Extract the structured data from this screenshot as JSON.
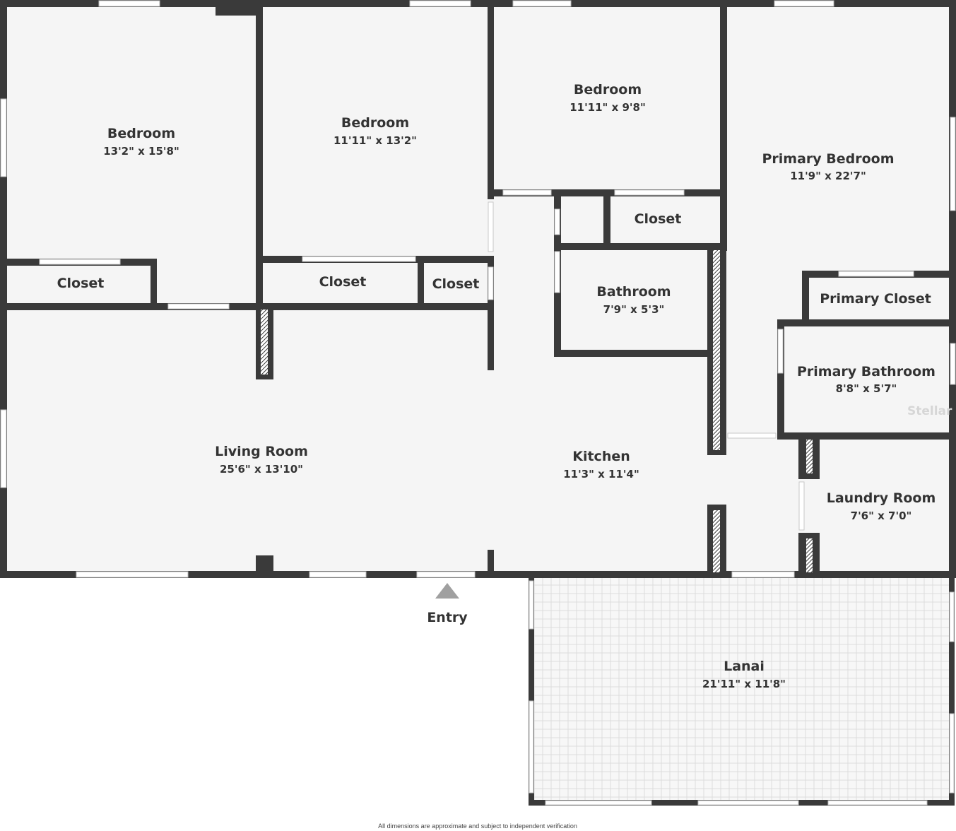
{
  "rooms": {
    "bedroom_1": {
      "name": "Bedroom",
      "dim": "13'2\" x 15'8\""
    },
    "bedroom_2": {
      "name": "Bedroom",
      "dim": "11'11\" x 13'2\""
    },
    "bedroom_3": {
      "name": "Bedroom",
      "dim": "11'11\" x 9'8\""
    },
    "primary_bedroom": {
      "name": "Primary Bedroom",
      "dim": "11'9\" x 22'7\""
    },
    "closet_1": {
      "name": "Closet"
    },
    "closet_2": {
      "name": "Closet"
    },
    "closet_3": {
      "name": "Closet"
    },
    "closet_4": {
      "name": "Closet"
    },
    "bathroom": {
      "name": "Bathroom",
      "dim": "7'9\" x 5'3\""
    },
    "primary_closet": {
      "name": "Primary Closet"
    },
    "primary_bathroom": {
      "name": "Primary Bathroom",
      "dim": "8'8\" x 5'7\""
    },
    "living_room": {
      "name": "Living Room",
      "dim": "25'6\" x 13'10\""
    },
    "kitchen": {
      "name": "Kitchen",
      "dim": "11'3\" x 11'4\""
    },
    "laundry_room": {
      "name": "Laundry Room",
      "dim": "7'6\" x 7'0\""
    },
    "lanai": {
      "name": "Lanai",
      "dim": "21'11\" x 11'8\""
    }
  },
  "entry_label": "Entry",
  "watermark": "Stellar",
  "footnote": "All dimensions are approximate and subject to independent verification",
  "colors": {
    "wall": "#3a3a3a",
    "floor": "#f5f5f5",
    "label": "#333333"
  }
}
